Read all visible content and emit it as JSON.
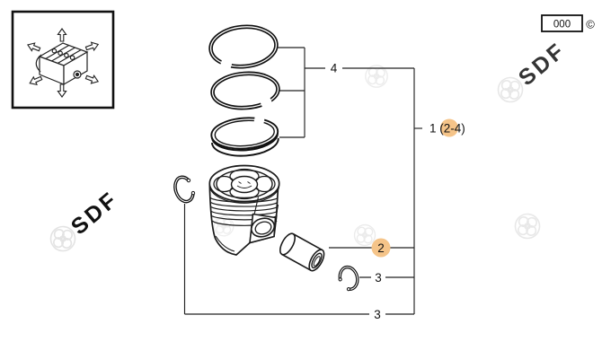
{
  "header": {
    "sheet_number": "000",
    "copyright_symbol": "©"
  },
  "watermark": {
    "text": "SDF"
  },
  "colors": {
    "highlight": "#f5c489",
    "line": "#1a1a1a",
    "watermark": "#e3e3e3"
  },
  "callouts": {
    "rings_group": "4",
    "assembly_pre": "1 (",
    "assembly_mid": "2",
    "assembly_post": "-4)",
    "pin": "2",
    "snap_ring_right": "3",
    "snap_ring_left": "3"
  }
}
